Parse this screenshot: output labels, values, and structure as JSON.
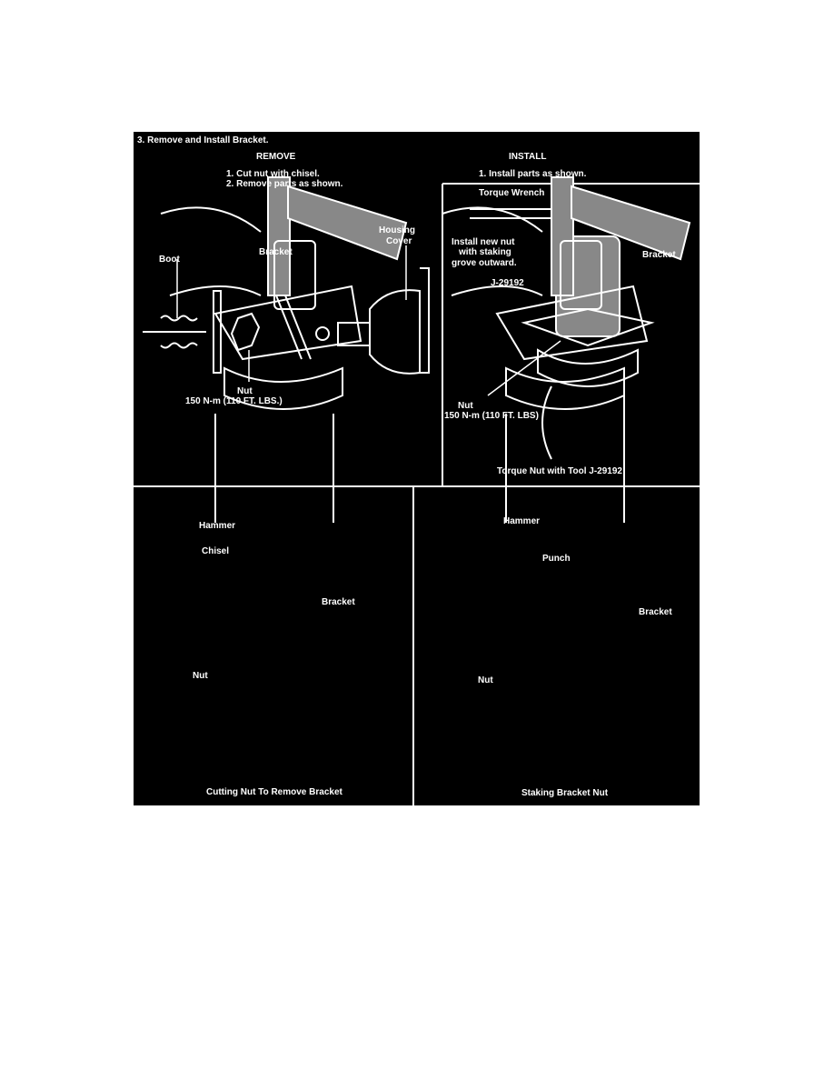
{
  "title": "3. Remove and Install Bracket.",
  "remove": {
    "heading": "REMOVE",
    "steps": [
      "1. Cut nut with chisel.",
      "2. Remove parts as shown."
    ],
    "labels": {
      "boot": "Boot",
      "bracket": "Bracket",
      "housing": "Housing",
      "cover": "Cover",
      "nut": "Nut",
      "torque": "150 N-m (110 FT. LBS.)"
    }
  },
  "install": {
    "heading": "INSTALL",
    "steps": [
      "1. Install parts as shown."
    ],
    "labels": {
      "wrench": "Torque Wrench",
      "note1": "Install new nut",
      "note2": "with staking",
      "note3": "grove outward.",
      "tool": "J-29192",
      "bracket": "Bracket",
      "nut": "Nut",
      "torque": "150 N-m (110 FT. LBS)"
    },
    "caption": "Torque Nut with Tool J-29192"
  },
  "cutting": {
    "labels": {
      "hammer": "Hammer",
      "chisel": "Chisel",
      "bracket": "Bracket",
      "nut": "Nut"
    },
    "caption": "Cutting Nut To Remove Bracket"
  },
  "staking": {
    "labels": {
      "hammer": "Hammer",
      "punch": "Punch",
      "bracket": "Bracket",
      "nut": "Nut"
    },
    "caption": "Staking Bracket Nut"
  }
}
